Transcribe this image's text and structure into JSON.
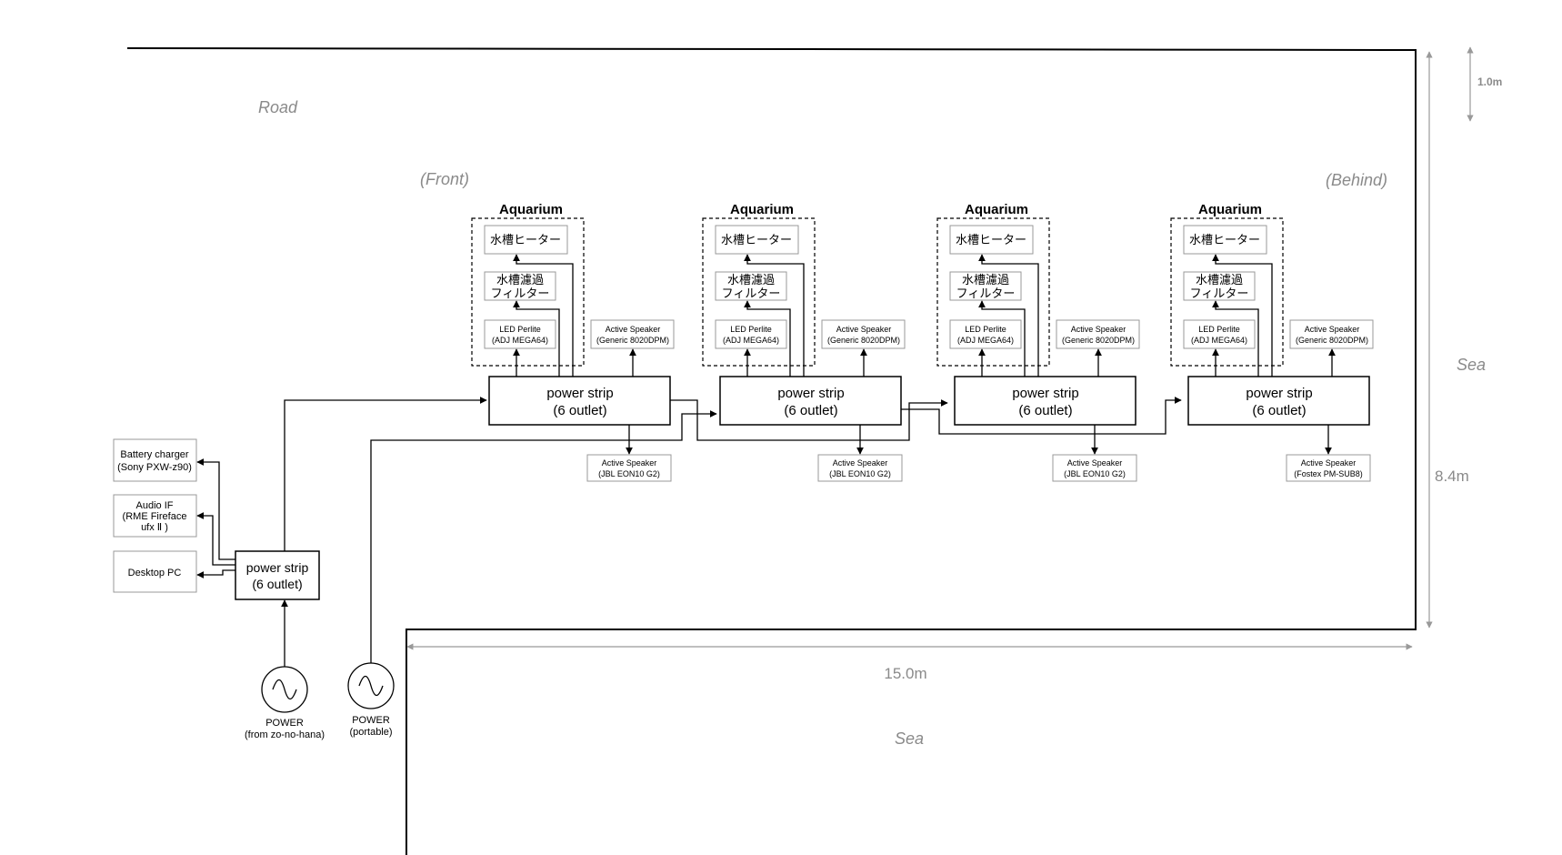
{
  "labels": {
    "road": "Road",
    "front": "(Front)",
    "behind": "(Behind)",
    "sea_right": "Sea",
    "sea_bottom": "Sea",
    "dim_width": "15.0m",
    "dim_height": "8.4m",
    "dim_margin": "1.0m"
  },
  "aquarium_groups": [
    {
      "title": "Aquarium",
      "heater": "水槽ヒーター",
      "filter_line1": "水槽濾過",
      "filter_line2": "フィルター",
      "led_line1": "LED Perlite",
      "led_line2": "(ADJ MEGA64)",
      "speaker_top_line1": "Active Speaker",
      "speaker_top_line2": "(Generic 8020DPM)",
      "strip_line1": "power strip",
      "strip_line2": "(6 outlet)",
      "speaker_bottom_line1": "Active Speaker",
      "speaker_bottom_line2": "(JBL EON10 G2)"
    },
    {
      "title": "Aquarium",
      "heater": "水槽ヒーター",
      "filter_line1": "水槽濾過",
      "filter_line2": "フィルター",
      "led_line1": "LED Perlite",
      "led_line2": "(ADJ MEGA64)",
      "speaker_top_line1": "Active Speaker",
      "speaker_top_line2": "(Generic 8020DPM)",
      "strip_line1": "power strip",
      "strip_line2": "(6 outlet)",
      "speaker_bottom_line1": "Active Speaker",
      "speaker_bottom_line2": "(JBL EON10 G2)"
    },
    {
      "title": "Aquarium",
      "heater": "水槽ヒーター",
      "filter_line1": "水槽濾過",
      "filter_line2": "フィルター",
      "led_line1": "LED Perlite",
      "led_line2": "(ADJ MEGA64)",
      "speaker_top_line1": "Active Speaker",
      "speaker_top_line2": "(Generic 8020DPM)",
      "strip_line1": "power strip",
      "strip_line2": "(6 outlet)",
      "speaker_bottom_line1": "Active Speaker",
      "speaker_bottom_line2": "(JBL EON10 G2)"
    },
    {
      "title": "Aquarium",
      "heater": "水槽ヒーター",
      "filter_line1": "水槽濾過",
      "filter_line2": "フィルター",
      "led_line1": "LED Perlite",
      "led_line2": "(ADJ MEGA64)",
      "speaker_top_line1": "Active Speaker",
      "speaker_top_line2": "(Generic 8020DPM)",
      "strip_line1": "power strip",
      "strip_line2": "(6 outlet)",
      "speaker_bottom_line1": "Active Speaker",
      "speaker_bottom_line2": "(Fostex PM-SUB8)"
    }
  ],
  "left_devices": {
    "battery_line1": "Battery charger",
    "battery_line2": "(Sony PXW-z90)",
    "audio_line1": "Audio IF",
    "audio_line2": "(RME Fireface",
    "audio_line3": "ufx Ⅱ )",
    "pc": "Desktop PC",
    "strip_line1": "power strip",
    "strip_line2": "(6 outlet)"
  },
  "power_sources": [
    {
      "line1": "POWER",
      "line2": "(from zo-no-hana)"
    },
    {
      "line1": "POWER",
      "line2": "(portable)"
    }
  ]
}
